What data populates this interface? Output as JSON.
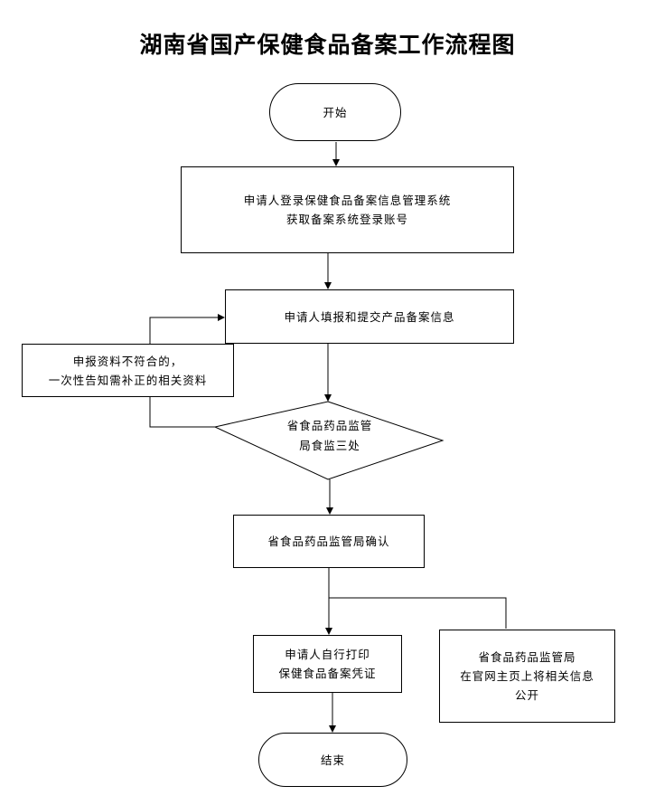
{
  "title": "湖南省国产保健食品备案工作流程图",
  "nodes": {
    "start": {
      "lines": [
        "开始"
      ]
    },
    "login": {
      "lines": [
        "申请人登录保健食品备案信息管理系统",
        "获取备案系统登录账号"
      ]
    },
    "submit": {
      "lines": [
        "申请人填报和提交产品备案信息"
      ]
    },
    "correction": {
      "lines": [
        "申报资料不符合的，",
        "一次性告知需补正的相关资料"
      ]
    },
    "review": {
      "lines": [
        "省食品药品监管",
        "局食监三处"
      ]
    },
    "confirm": {
      "lines": [
        "省食品药品监管局确认"
      ]
    },
    "print": {
      "lines": [
        "申请人自行打印",
        "保健食品备案凭证"
      ]
    },
    "publish": {
      "lines": [
        "省食品药品监管局",
        "在官网主页上将相关信息",
        "公开"
      ]
    },
    "end": {
      "lines": [
        "结束"
      ]
    }
  }
}
